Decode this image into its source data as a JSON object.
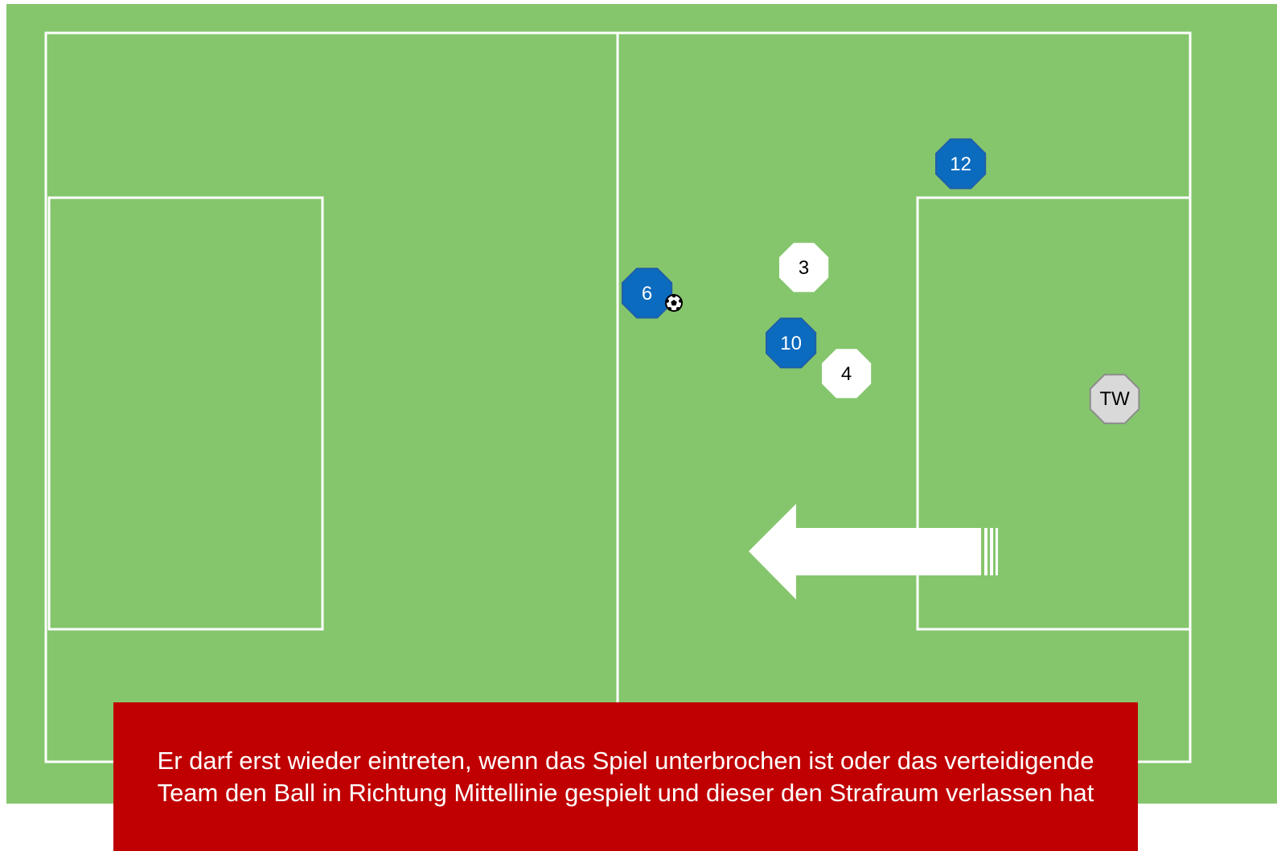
{
  "colors": {
    "pitch": "#85c66d",
    "lines": "#ffffff",
    "team_blue": "#0b6bbf",
    "team_blue_border": "#1f5fa8",
    "team_white": "#ffffff",
    "goalkeeper": "#d9d9d9",
    "goalkeeper_border": "#8c8c8c",
    "caption_bg": "#c00000",
    "caption_text": "#ffffff"
  },
  "players": [
    {
      "id": "p6",
      "label": "6",
      "team": "blue"
    },
    {
      "id": "p12",
      "label": "12",
      "team": "blue"
    },
    {
      "id": "p10",
      "label": "10",
      "team": "blue"
    },
    {
      "id": "p3",
      "label": "3",
      "team": "white"
    },
    {
      "id": "p4",
      "label": "4",
      "team": "white"
    },
    {
      "id": "ptw",
      "label": "TW",
      "team": "goalkeeper"
    }
  ],
  "ball_icon": "soccer-ball-icon",
  "arrow_icon": "arrow-left-icon",
  "caption": {
    "text": "Er darf erst wieder eintreten, wenn das Spiel unterbrochen ist oder das verteidigende Team den Ball in Richtung Mittellinie gespielt und dieser den Strafraum verlassen hat"
  }
}
